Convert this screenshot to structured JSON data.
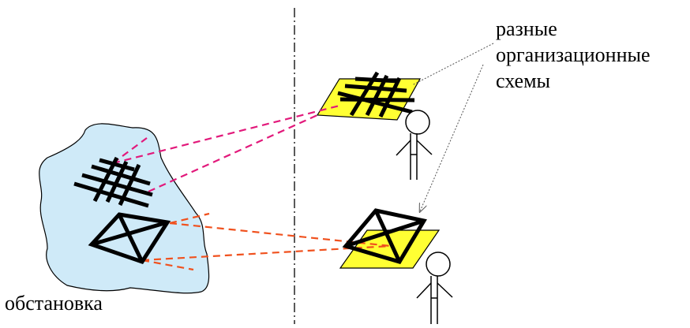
{
  "labels": {
    "schemes": [
      "разные",
      "организационные",
      "схемы"
    ],
    "situation": "обстановка"
  },
  "colors": {
    "environment_fill": "#cfeaf8",
    "scheme_plane_fill": "#ffff33",
    "upper_projection_lines": "#e2197b",
    "lower_projection_lines": "#f0511e",
    "structure_strokes": "#000000",
    "divider": "#000000",
    "pointer_lines": "#555555"
  },
  "icons": [
    "person-icon",
    "grid-structure-icon",
    "cross-box-structure-icon"
  ]
}
